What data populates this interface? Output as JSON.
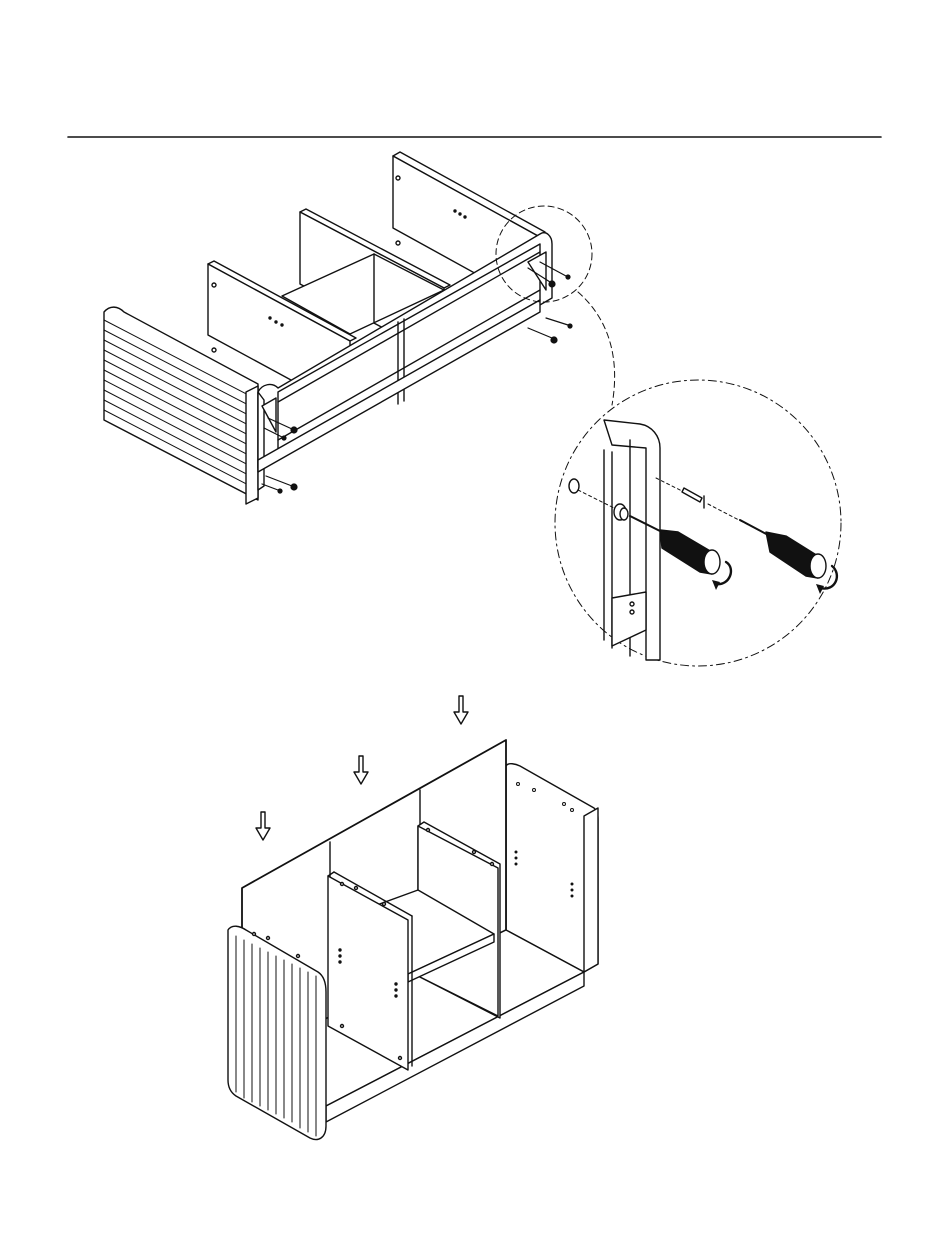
{
  "document": {
    "type": "assembly-instruction-page",
    "header_text": "",
    "colors": {
      "line": "#111111",
      "background": "#ffffff"
    }
  },
  "steps": [
    {
      "id": "attach-panels-to-frame",
      "figure": "cabinet-frame-upside-down",
      "fastener_icons": [
        "screw-icon",
        "cam-lock-icon"
      ],
      "tool_icons": [
        "screwdriver-icon",
        "rotate-clockwise-icon"
      ],
      "has_detail_callout": true
    },
    {
      "id": "insert-back-panel",
      "figure": "cabinet-with-back-panel",
      "arrow_icons": [
        "down-arrow-icon",
        "down-arrow-icon",
        "down-arrow-icon"
      ]
    }
  ]
}
